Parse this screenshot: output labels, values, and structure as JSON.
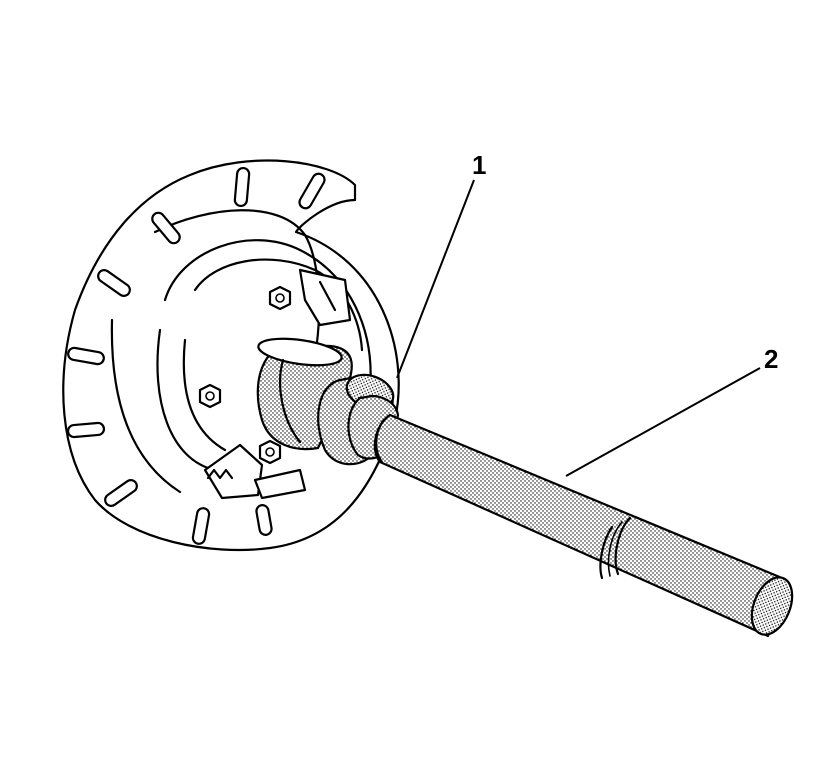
{
  "callouts": [
    {
      "id": "1",
      "label": "1"
    },
    {
      "id": "2",
      "label": "2"
    }
  ],
  "colors": {
    "line": "#000000",
    "background": "#ffffff",
    "shade_dot": "#000000"
  }
}
